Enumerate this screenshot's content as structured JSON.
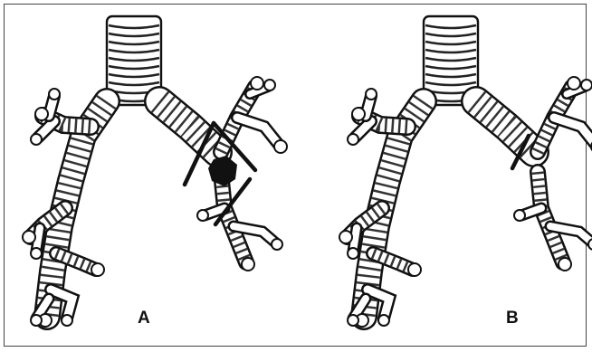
{
  "panels": [
    {
      "label": "A",
      "shows_tumor": true,
      "resection_lines": 3
    },
    {
      "label": "B",
      "shows_tumor": false,
      "resection_lines": 1
    }
  ],
  "colors": {
    "ink": "#111111",
    "ring": "#555555",
    "background": "#ffffff"
  }
}
